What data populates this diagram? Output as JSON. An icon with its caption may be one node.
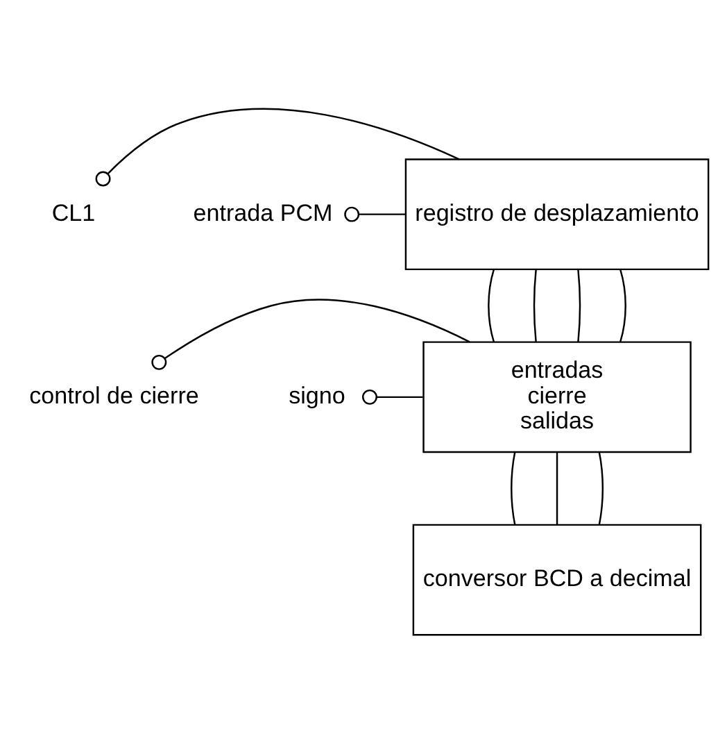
{
  "diagram": {
    "nodes": [
      {
        "text": [
          "CL1"
        ]
      },
      {
        "text": [
          "entrada PCM"
        ]
      },
      {
        "text": [
          "registro de desplazamiento"
        ]
      },
      {
        "text": [
          "control de cierre"
        ]
      },
      {
        "text": [
          "entradas",
          "cierre",
          "salidas"
        ]
      },
      {
        "text": [
          "signo"
        ]
      },
      {
        "text": [
          "conversor BCD a decimal"
        ]
      }
    ],
    "edges": [
      {
        "from": 0,
        "to": 2,
        "arrow": "other"
      },
      {
        "from": 1,
        "to": 2,
        "arrow": "other"
      },
      {
        "from": 2,
        "to": 4,
        "arrow": "none"
      },
      {
        "from": 2,
        "to": 4,
        "arrow": "none"
      },
      {
        "from": 2,
        "to": 4,
        "arrow": "none"
      },
      {
        "from": 2,
        "to": 4,
        "arrow": "none"
      },
      {
        "from": 3,
        "to": 4,
        "arrow": "other"
      },
      {
        "from": 4,
        "to": 6,
        "arrow": "none"
      },
      {
        "from": 4,
        "to": 6,
        "arrow": "none"
      },
      {
        "from": 4,
        "to": 6,
        "arrow": "none"
      },
      {
        "from": 5,
        "to": 4,
        "arrow": "other"
      }
    ]
  }
}
